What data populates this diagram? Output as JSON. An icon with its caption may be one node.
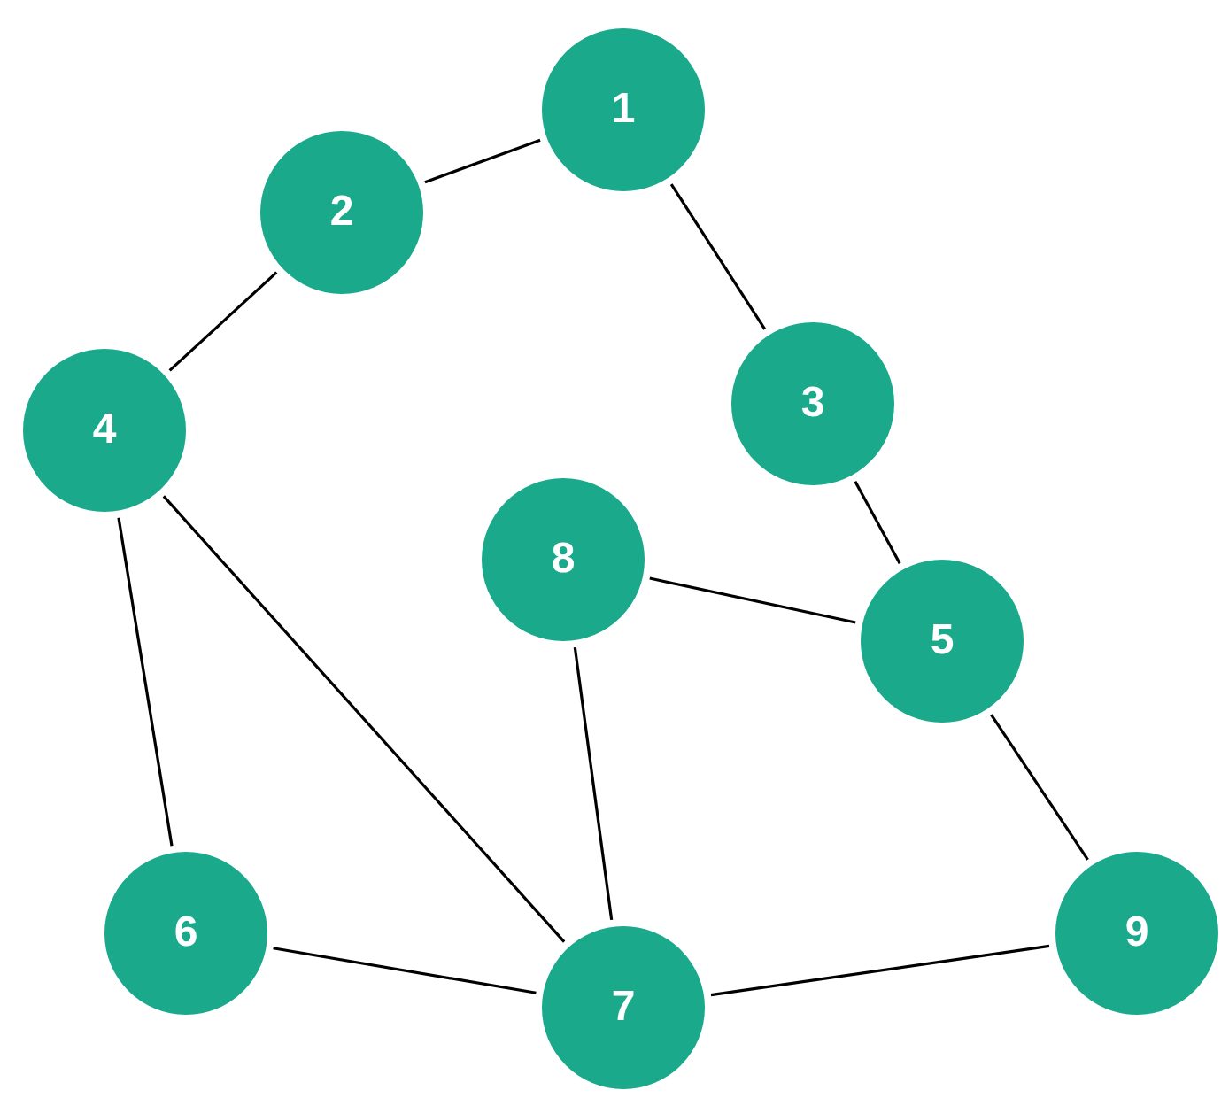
{
  "diagram": {
    "nodes": [
      {
        "text": [
          "1"
        ]
      },
      {
        "text": [
          "2"
        ]
      },
      {
        "text": [
          "3"
        ]
      },
      {
        "text": [
          "4"
        ]
      },
      {
        "text": [
          "5"
        ]
      },
      {
        "text": [
          "6"
        ]
      },
      {
        "text": [
          "7"
        ]
      },
      {
        "text": [
          "8"
        ]
      },
      {
        "text": [
          "9"
        ]
      }
    ],
    "edges": [
      {
        "from": 0,
        "to": 1,
        "arrow": "none"
      },
      {
        "from": 0,
        "to": 2,
        "arrow": "none"
      },
      {
        "from": 1,
        "to": 3,
        "arrow": "none"
      },
      {
        "from": 2,
        "to": 4,
        "arrow": "none"
      },
      {
        "from": 3,
        "to": 5,
        "arrow": "none"
      },
      {
        "from": 3,
        "to": 6,
        "arrow": "none"
      },
      {
        "from": 7,
        "to": 4,
        "arrow": "none"
      },
      {
        "from": 7,
        "to": 6,
        "arrow": "none"
      },
      {
        "from": 5,
        "to": 6,
        "arrow": "none"
      },
      {
        "from": 6,
        "to": 8,
        "arrow": "none"
      },
      {
        "from": 4,
        "to": 8,
        "arrow": "none"
      }
    ]
  }
}
